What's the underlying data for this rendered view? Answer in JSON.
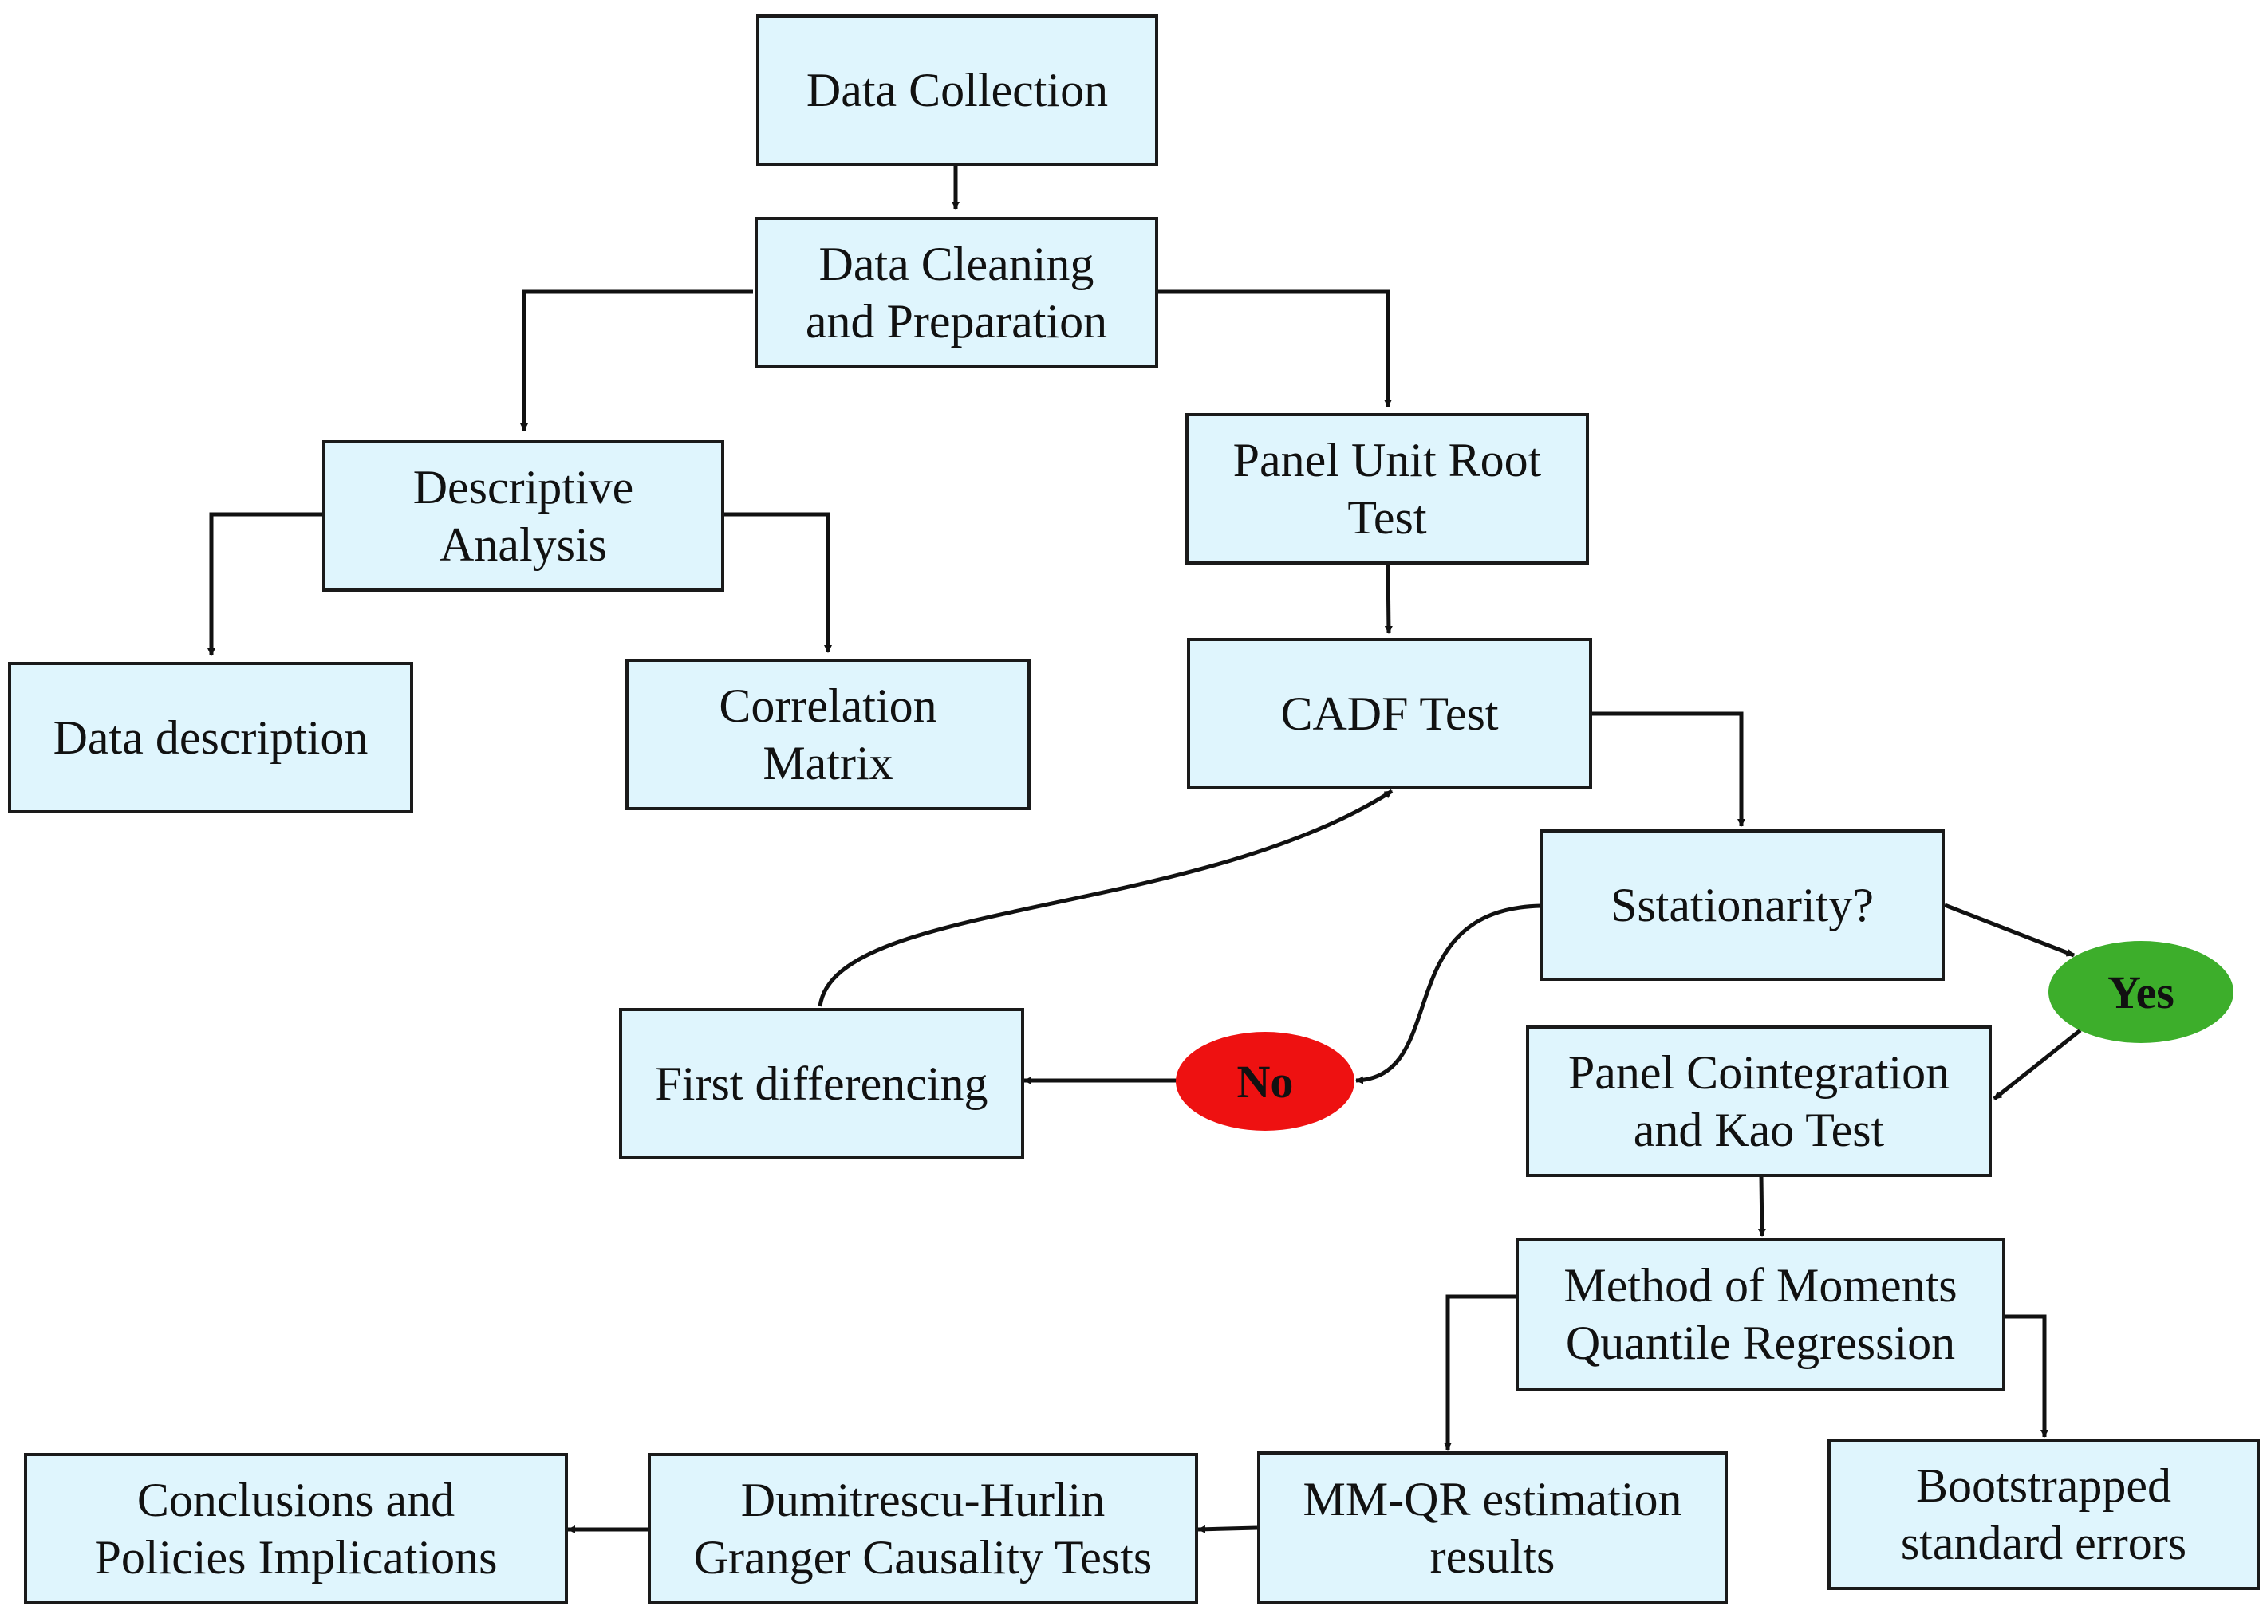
{
  "nodes": {
    "data_collection": "Data Collection",
    "data_cleaning": "Data Cleaning\nand Preparation",
    "descriptive_analysis": "Descriptive\nAnalysis",
    "data_description": "Data description",
    "correlation_matrix": "Correlation\nMatrix",
    "panel_unit_root": "Panel Unit Root\nTest",
    "cadf_test": "CADF Test",
    "stationarity": "Sstationarity?",
    "yes": "Yes",
    "no": "No",
    "first_differencing": "First differencing",
    "panel_cointegration": "Panel Cointegration\nand Kao Test",
    "mmqr": "Method of Moments\nQuantile Regression",
    "mmqr_results": "MM-QR estimation\nresults",
    "bootstrapped": "Bootstrapped\nstandard errors",
    "dumitrescu": "Dumitrescu-Hurlin\nGranger Causality Tests",
    "conclusions": "Conclusions and\nPolicies Implications"
  },
  "colors": {
    "box_fill": "#dff5fd",
    "border": "#1a1a1a",
    "yes_fill": "#3dae2b",
    "no_fill": "#ee1111"
  }
}
